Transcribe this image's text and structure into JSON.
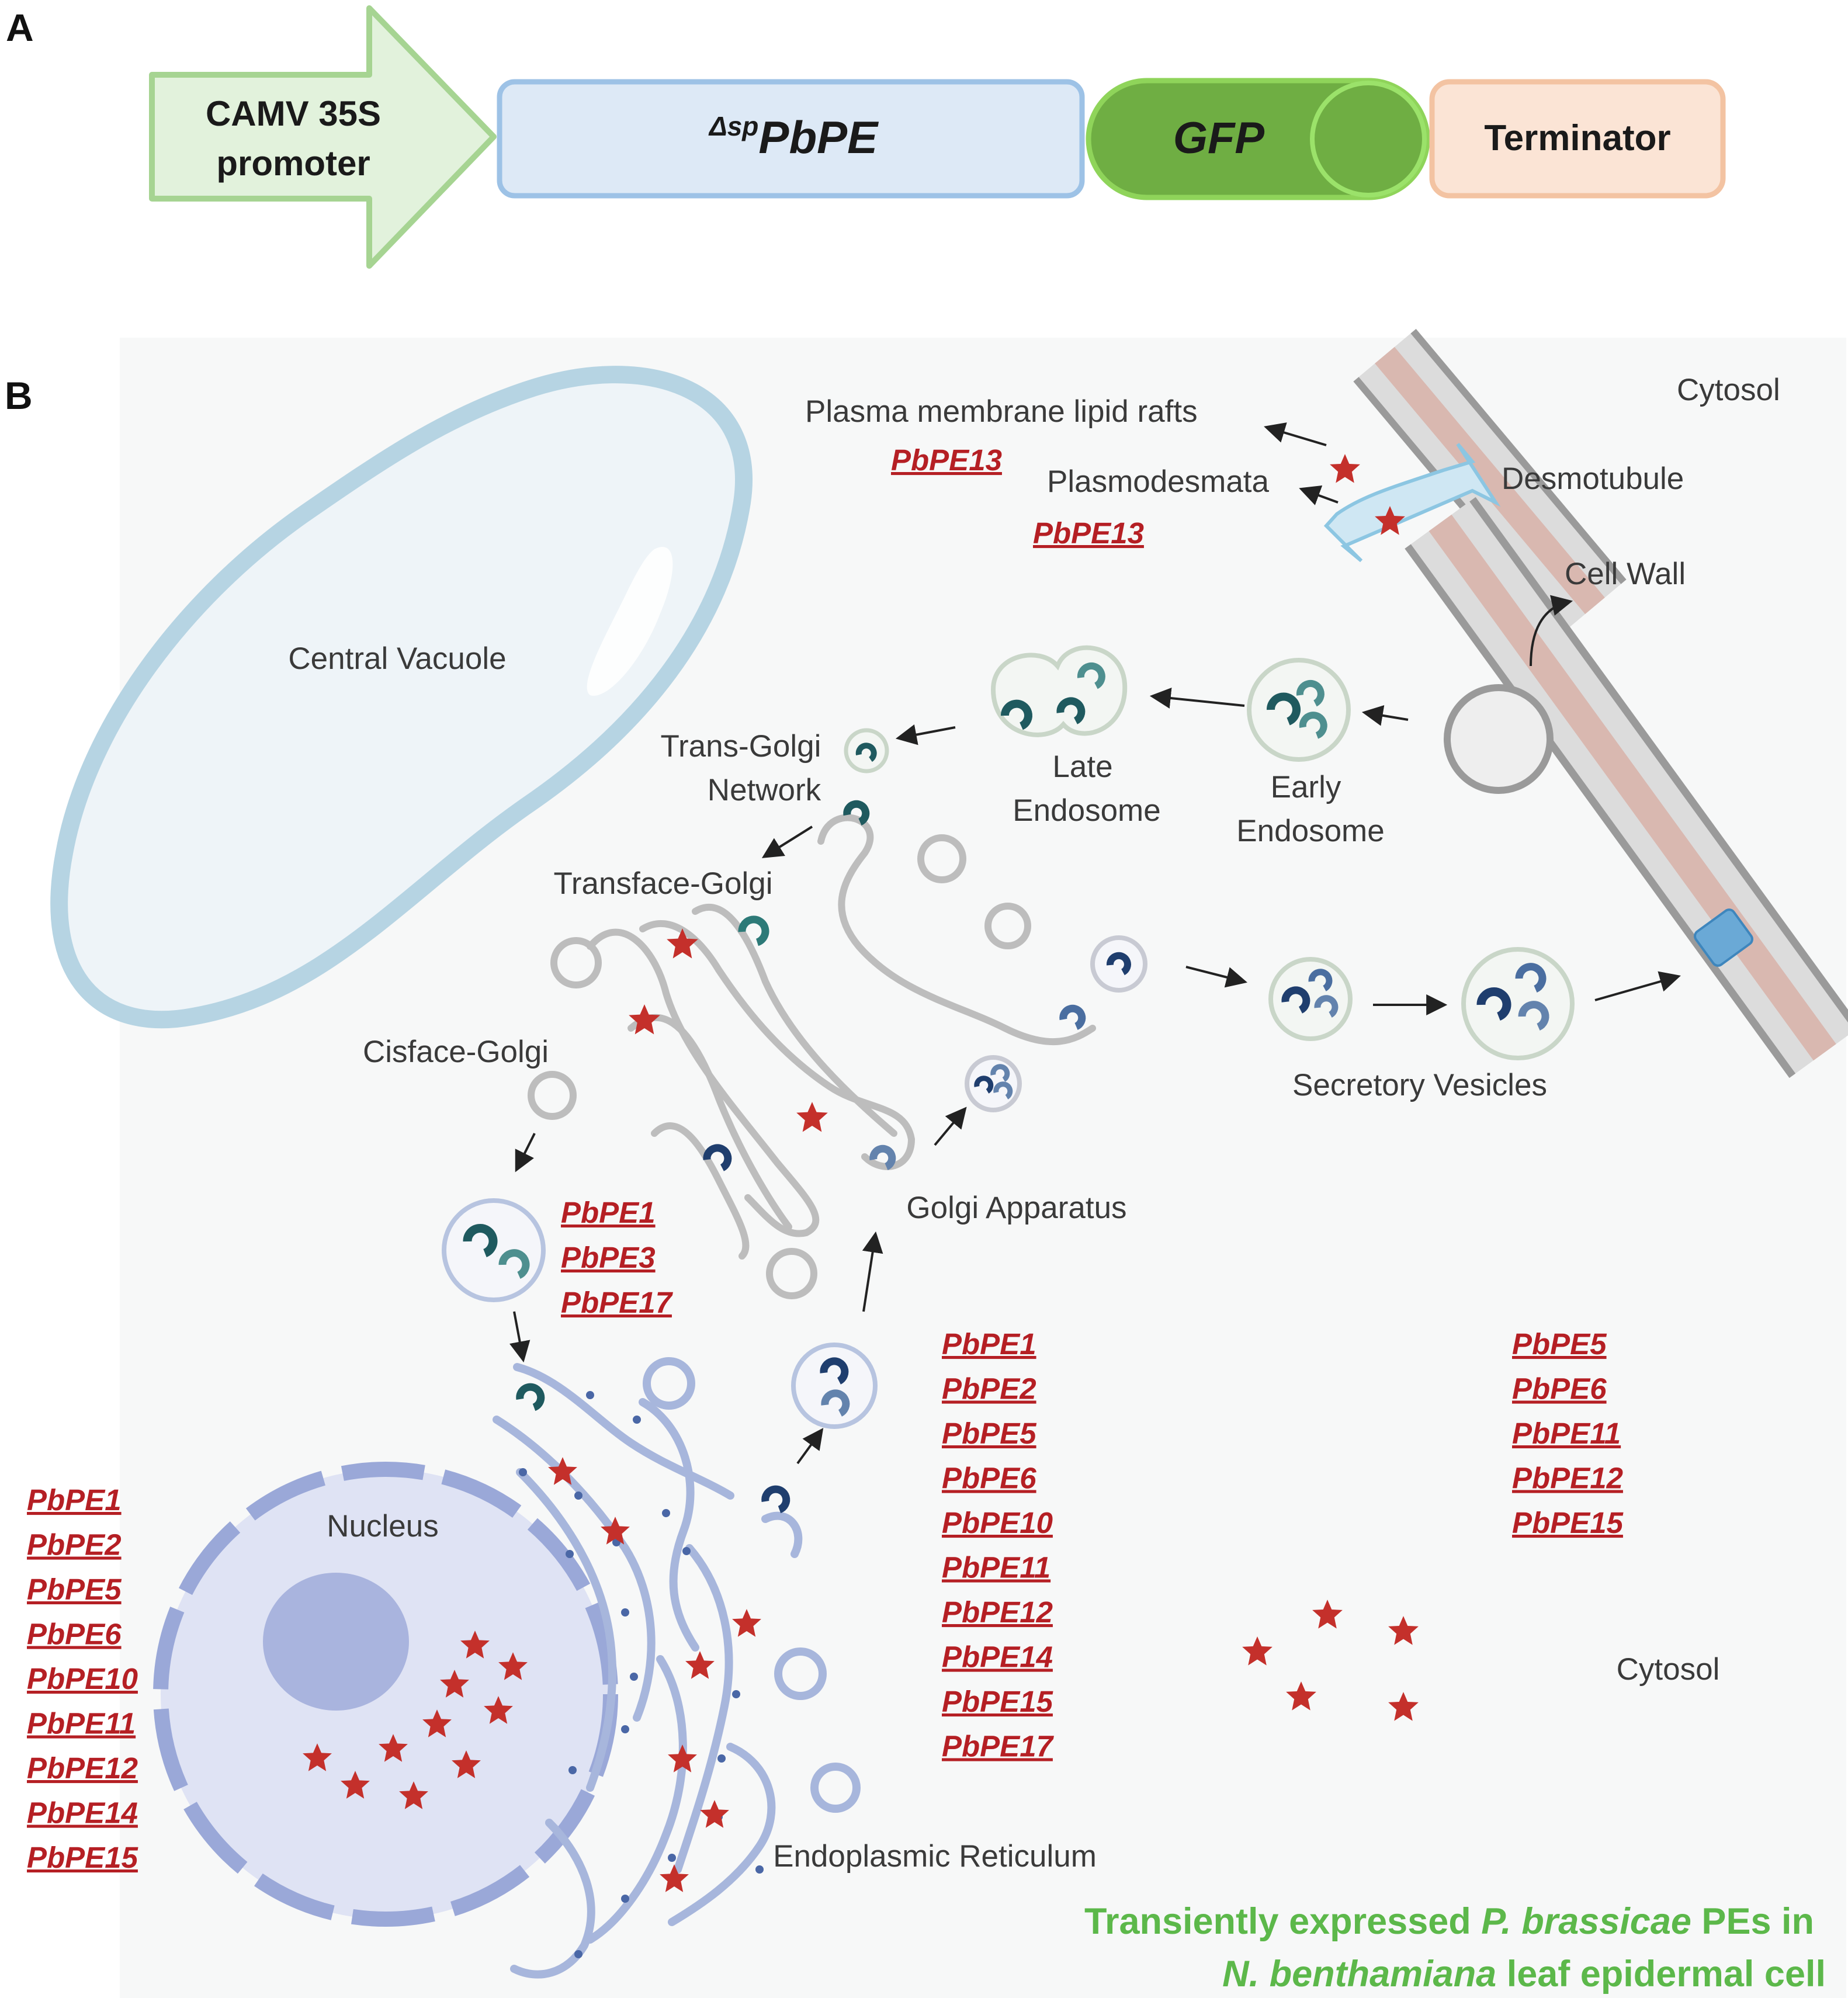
{
  "panels": {
    "a": "A",
    "b": "B"
  },
  "construct": {
    "promoter_line1": "CAMV 35S",
    "promoter_line2": "promoter",
    "pbpe_prefix": "Δsp",
    "pbpe": "PbPE",
    "gfp": "GFP",
    "terminator": "Terminator"
  },
  "cell_labels": {
    "cytosol_top": "Cytosol",
    "plasma_membrane": "Plasma membrane lipid rafts",
    "plasmodesmata": "Plasmodesmata",
    "desmotubule": "Desmotubule",
    "cell_wall": "Cell Wall",
    "central_vacuole": "Central Vacuole",
    "tgn_line1": "Trans-Golgi",
    "tgn_line2": "Network",
    "late_line1": "Late",
    "late_line2": "Endosome",
    "early_line1": "Early",
    "early_line2": "Endosome",
    "transface": "Transface-Golgi",
    "cisface": "Cisface-Golgi",
    "secretory": "Secretory Vesicles",
    "golgi_apparatus": "Golgi Apparatus",
    "nucleus": "Nucleus",
    "er": "Endoplasmic Reticulum",
    "cytosol_bottom": "Cytosol"
  },
  "localization": {
    "plasma_membrane": [
      "PbPE13"
    ],
    "plasmodesmata": [
      "PbPE13"
    ],
    "golgi": [
      "PbPE1",
      "PbPE3",
      "PbPE17"
    ],
    "er": [
      "PbPE1",
      "PbPE2",
      "PbPE5",
      "PbPE6",
      "PbPE10",
      "PbPE11",
      "PbPE12",
      "PbPE14",
      "PbPE15",
      "PbPE17"
    ],
    "cytosol": [
      "PbPE5",
      "PbPE6",
      "PbPE11",
      "PbPE12",
      "PbPE15"
    ],
    "nucleus": [
      "PbPE1",
      "PbPE2",
      "PbPE5",
      "PbPE6",
      "PbPE10",
      "PbPE11",
      "PbPE12",
      "PbPE14",
      "PbPE15"
    ]
  },
  "caption": {
    "line1_pre": "Transiently expressed ",
    "line1_species": "P. brassicae",
    "line1_post": " PEs in",
    "line2_species": "N. benthamiana",
    "line2_post": " leaf epidermal cell"
  },
  "colors": {
    "star": "#c4302b",
    "gene_text": "#b51f24",
    "caption": "#5cb84a",
    "vacuole": "#a9cfe0",
    "nucleus_fill": "#dfe3f4",
    "nucleus_stroke": "#9aa8d8",
    "er_stroke": "#9fb0d8",
    "golgi_stroke": "#b8b8b8",
    "cargo_dark": "#1f5a5f",
    "cargo_light": "#4e8f8f",
    "cargo_navy": "#1f3e6e"
  }
}
